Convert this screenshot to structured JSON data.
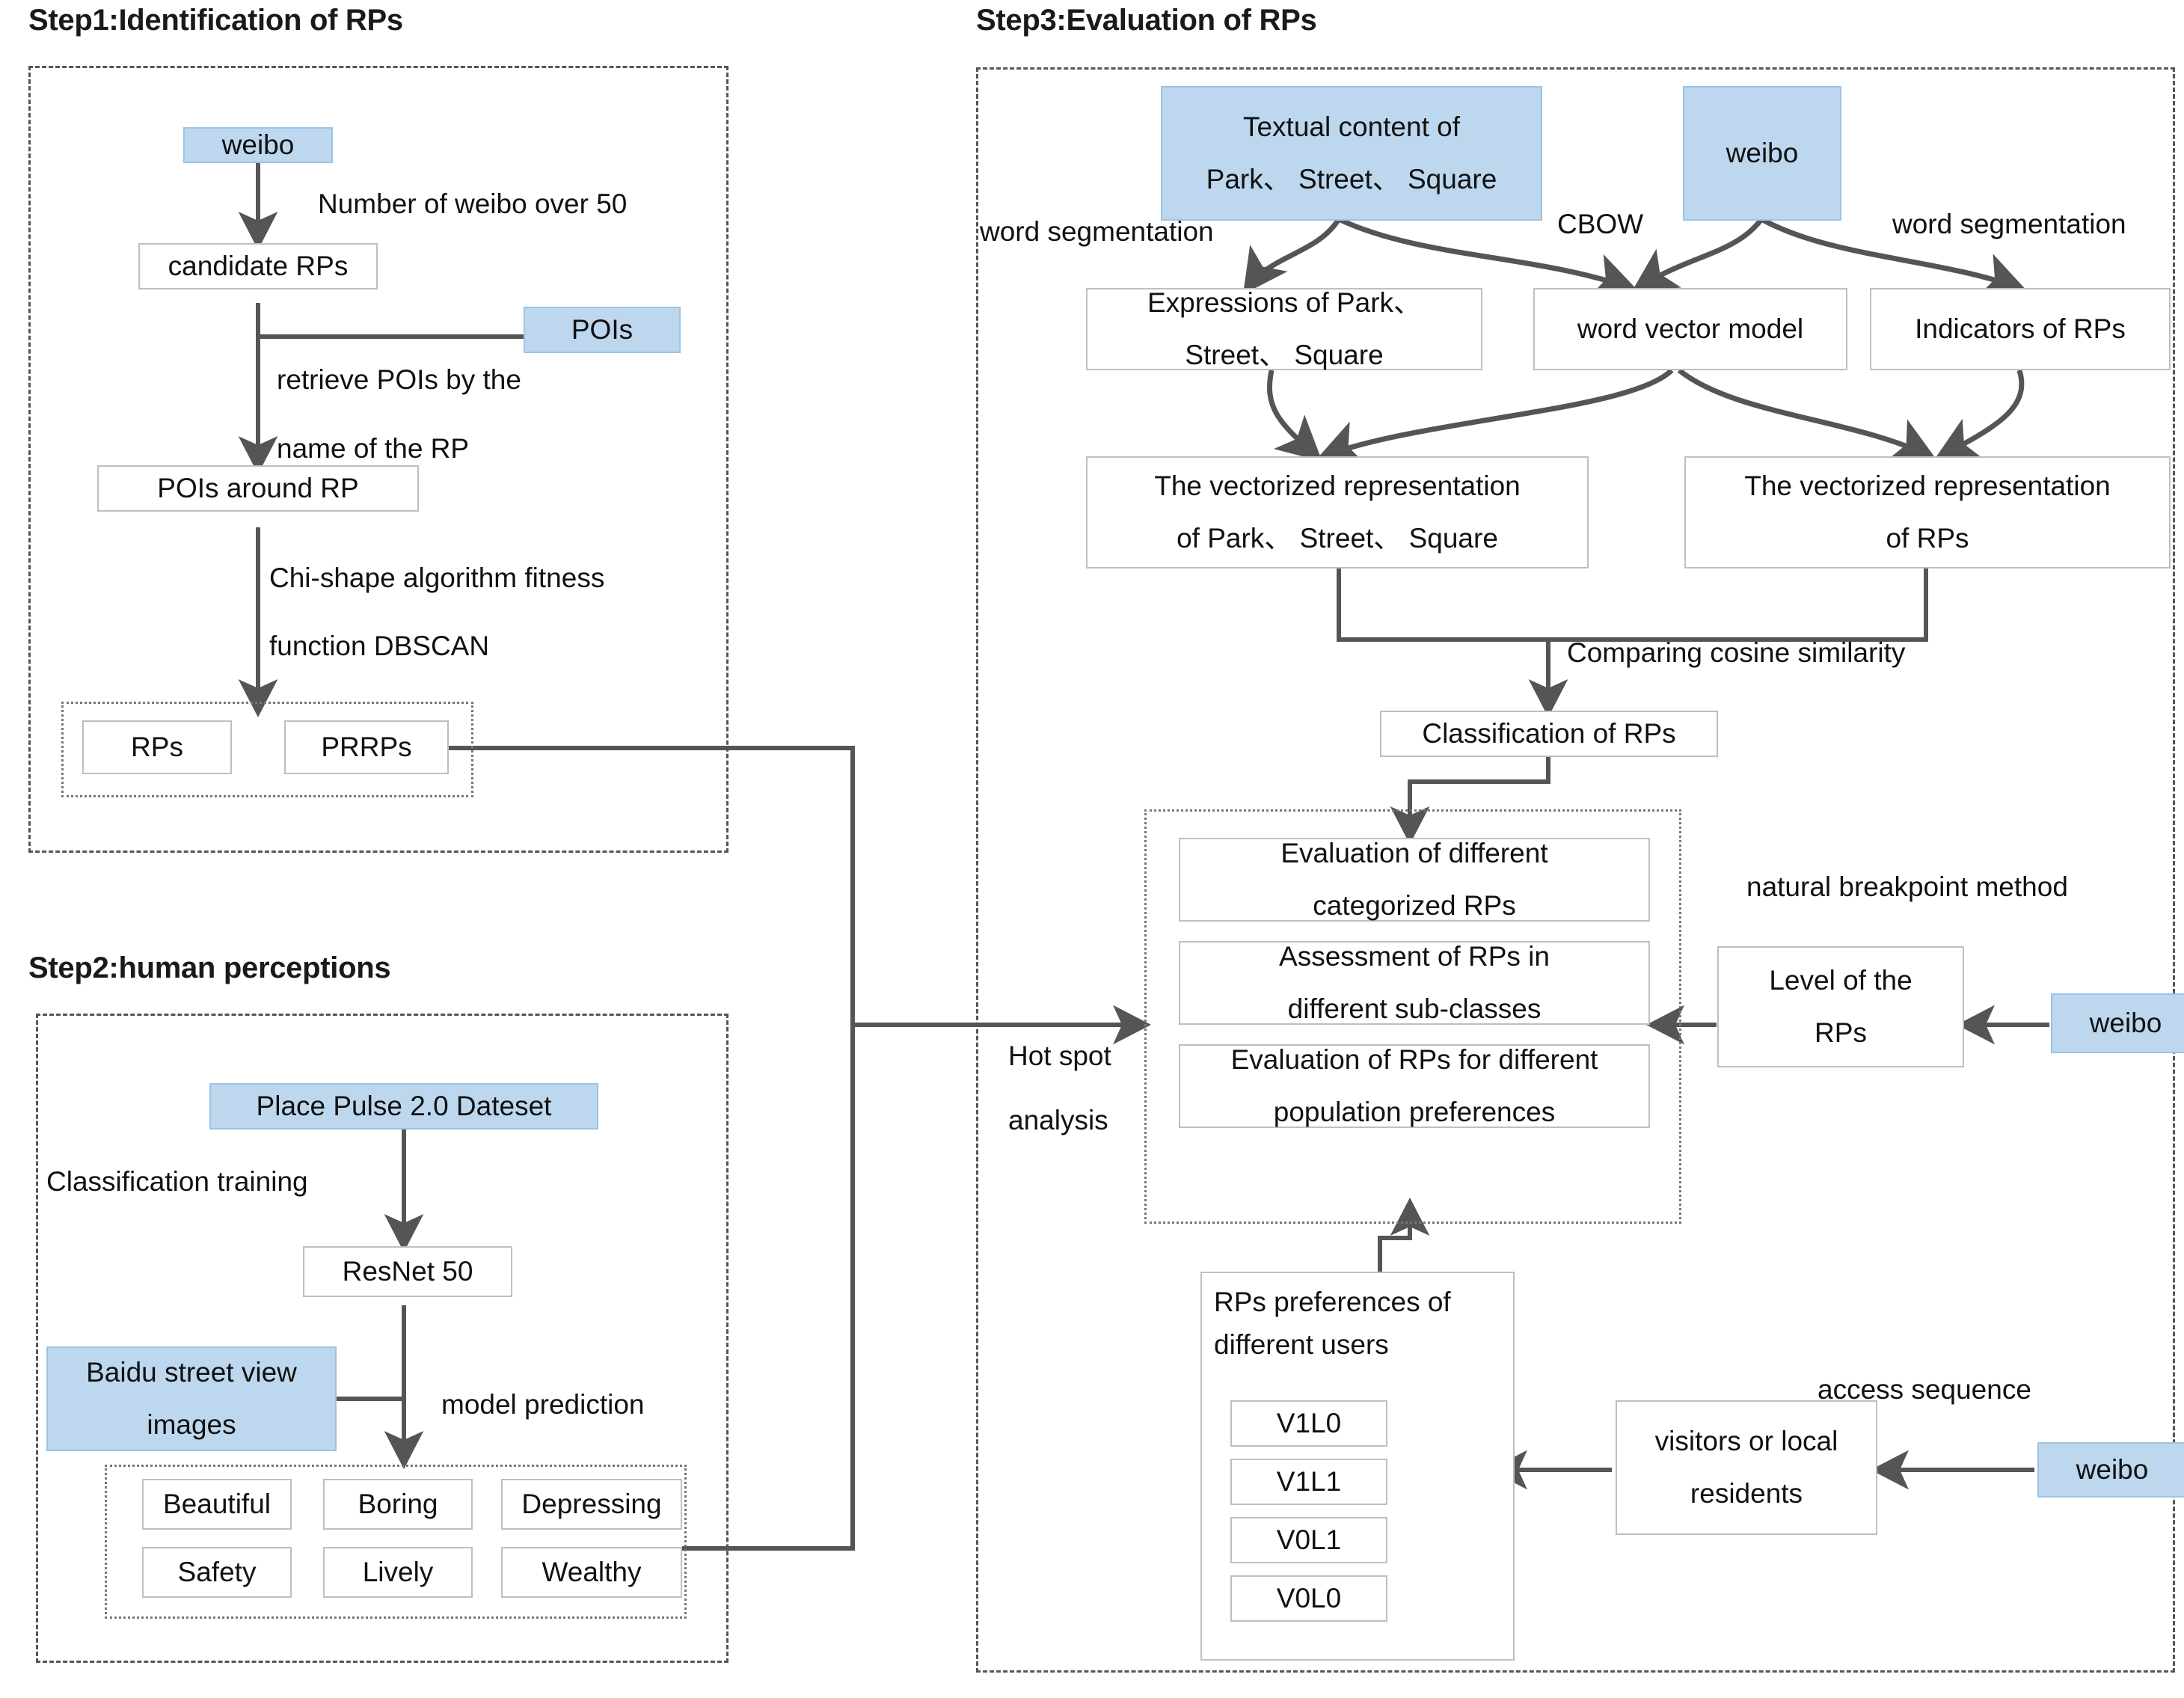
{
  "steps": {
    "step1": {
      "title": "Step1:Identification of RPs"
    },
    "step2": {
      "title": "Step2:human perceptions"
    },
    "step3": {
      "title": "Step3:Evaluation of RPs"
    }
  },
  "step1_nodes": {
    "weibo": "weibo",
    "candidate_rps": "candidate RPs",
    "pois": "POIs",
    "pois_around_rp": "POIs around RP",
    "rps": "RPs",
    "prrps": "PRRPs"
  },
  "step1_labels": {
    "number_of_weibo": "Number of weibo over 50",
    "retrieve_line1": "retrieve POIs by the",
    "retrieve_line2": "name of the RP",
    "chishape_line1": "Chi-shape algorithm fitness",
    "chishape_line2": "function DBSCAN"
  },
  "step2_nodes": {
    "place_pulse": "Place Pulse 2.0 Dateset",
    "resnet": "ResNet 50",
    "baidu_street_view": "Baidu street view\nimages",
    "baidu_line1": "Baidu street view",
    "baidu_line2": "images",
    "perceptions": [
      "Beautiful",
      "Boring",
      "Depressing",
      "Safety",
      "Lively",
      "Wealthy"
    ]
  },
  "step2_labels": {
    "classification_training": "Classification training",
    "model_prediction": "model prediction"
  },
  "step3_nodes": {
    "textual_content_line1": "Textual content of",
    "textual_content_line2": "Park、 Street、 Square",
    "weibo_top": "weibo",
    "expressions_line1": "Expressions of Park、",
    "expressions_line2": "Street、 Square",
    "word_vector_model": "word vector model",
    "indicators_of_rps": "Indicators of RPs",
    "vect_park_line1": "The vectorized representation",
    "vect_park_line2": "of Park、 Street、 Square",
    "vect_rps_line1": "The vectorized representation",
    "vect_rps_line2": "of RPs",
    "classification_of_rps": "Classification of RPs",
    "eval_categorized_line1": "Evaluation of different",
    "eval_categorized_line2": "categorized RPs",
    "assess_sub_line1": "Assessment of RPs in",
    "assess_sub_line2": "different sub-classes",
    "eval_population_line1": "Evaluation of RPs for different",
    "eval_population_line2": "population preferences",
    "level_of_rps_line1": "Level of the",
    "level_of_rps_line2": "RPs",
    "weibo_level": "weibo",
    "rps_pref_line1": "RPs preferences of",
    "rps_pref_line2": "different users",
    "pref_items": [
      "V1L0",
      "V1L1",
      "V0L1",
      "V0L0"
    ],
    "visitors_line1": "visitors or local",
    "visitors_line2": "residents",
    "weibo_visitors": "weibo"
  },
  "step3_labels": {
    "word_segmentation_left": "word segmentation",
    "cbow": "CBOW",
    "word_segmentation_right": "word segmentation",
    "comparing_cosine": "Comparing cosine similarity",
    "natural_breakpoint": "natural breakpoint method",
    "access_sequence": "access sequence",
    "hotspot_line1": "Hot spot",
    "hotspot_line2": "analysis"
  },
  "colors": {
    "source_fill": "#bdd7ee",
    "source_border": "#9dc3e6",
    "node_border": "#bfbfbf",
    "edge": "#555555",
    "text": "#111111"
  }
}
